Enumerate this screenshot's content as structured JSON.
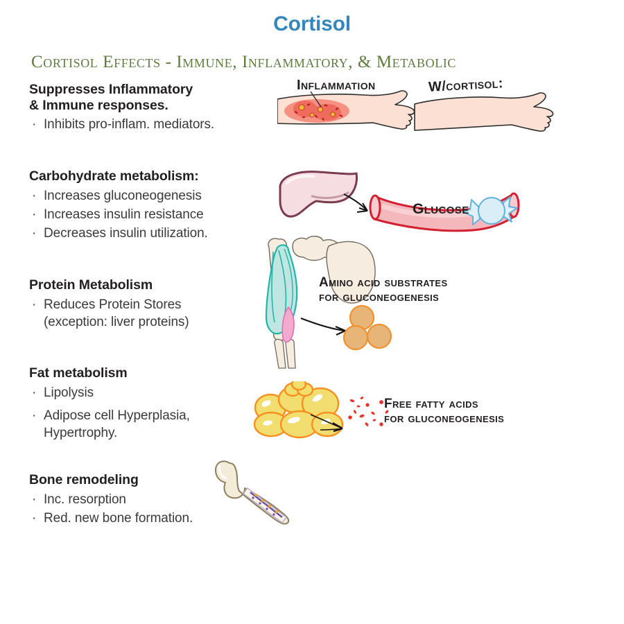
{
  "header": {
    "title": "Cortisol",
    "title_color": "#3387bd",
    "subtitle": "Cortisol Effects - Immune, Inflammatory, & Metabolic",
    "subtitle_color": "#5d7c3d"
  },
  "sections": [
    {
      "id": "inflammation",
      "heading_line1": "Suppresses Inflammatory",
      "heading_line2": "& Immune responses.",
      "bullets": [
        {
          "marker": "·",
          "text": "Inhibits pro-inflam. mediators."
        }
      ]
    },
    {
      "id": "carbohydrate",
      "heading_line1": "Carbohydrate metabolism:",
      "heading_line2": "",
      "bullets": [
        {
          "marker": "·",
          "text": "Increases gluconeogenesis"
        },
        {
          "marker": "·",
          "text": "Increases insulin resistance"
        },
        {
          "marker": "·",
          "text": "Decreases insulin utilization."
        }
      ]
    },
    {
      "id": "protein",
      "heading_line1": "Protein Metabolism",
      "heading_line2": "",
      "bullets": [
        {
          "marker": "·",
          "text": "Reduces Protein Stores",
          "continuation": "(exception: liver proteins)"
        }
      ]
    },
    {
      "id": "fat",
      "heading_line1": "Fat metabolism",
      "heading_line2": "",
      "bullets": [
        {
          "marker": "·",
          "text": "Lipolysis"
        },
        {
          "marker": "·",
          "text": "Adipose cell Hyperplasia,",
          "continuation": "Hypertrophy."
        }
      ]
    },
    {
      "id": "bone",
      "heading_line1": "Bone remodeling",
      "heading_line2": "",
      "bullets": [
        {
          "marker": "·",
          "text": "Inc. resorption"
        },
        {
          "marker": "·",
          "text": "Red. new bone formation."
        }
      ]
    }
  ],
  "illustrations": {
    "arms": {
      "label_inflammation": "Inflammation",
      "label_with_cortisol": "W/cortisol:",
      "skin_color": "#fbe0d3",
      "inflamed_color": "#f08374"
    },
    "liver_glucose": {
      "label_glucose": "Glucose",
      "liver_fill": "#f6dde2",
      "liver_outline": "#7b3b4e",
      "vessel_outline": "#d32030"
    },
    "muscle_amino": {
      "label_line1": "Amino acid substrates",
      "label_line2": "for gluconeogenesis",
      "muscle_color": "#9fd9d2",
      "bone_color": "#f6ece0",
      "amino_color": "#e8b579"
    },
    "fat_ffa": {
      "label_line1": "Free fatty acids",
      "label_line2": "for gluconeogenesis",
      "cell_fill": "#f2de6e",
      "cell_outline": "#f79020",
      "ffa_color": "#e8332a"
    },
    "bone": {
      "bone_fill": "#f3ecd8",
      "bone_outline": "#8a8060",
      "marrow_color": "#6a4fa3"
    }
  }
}
